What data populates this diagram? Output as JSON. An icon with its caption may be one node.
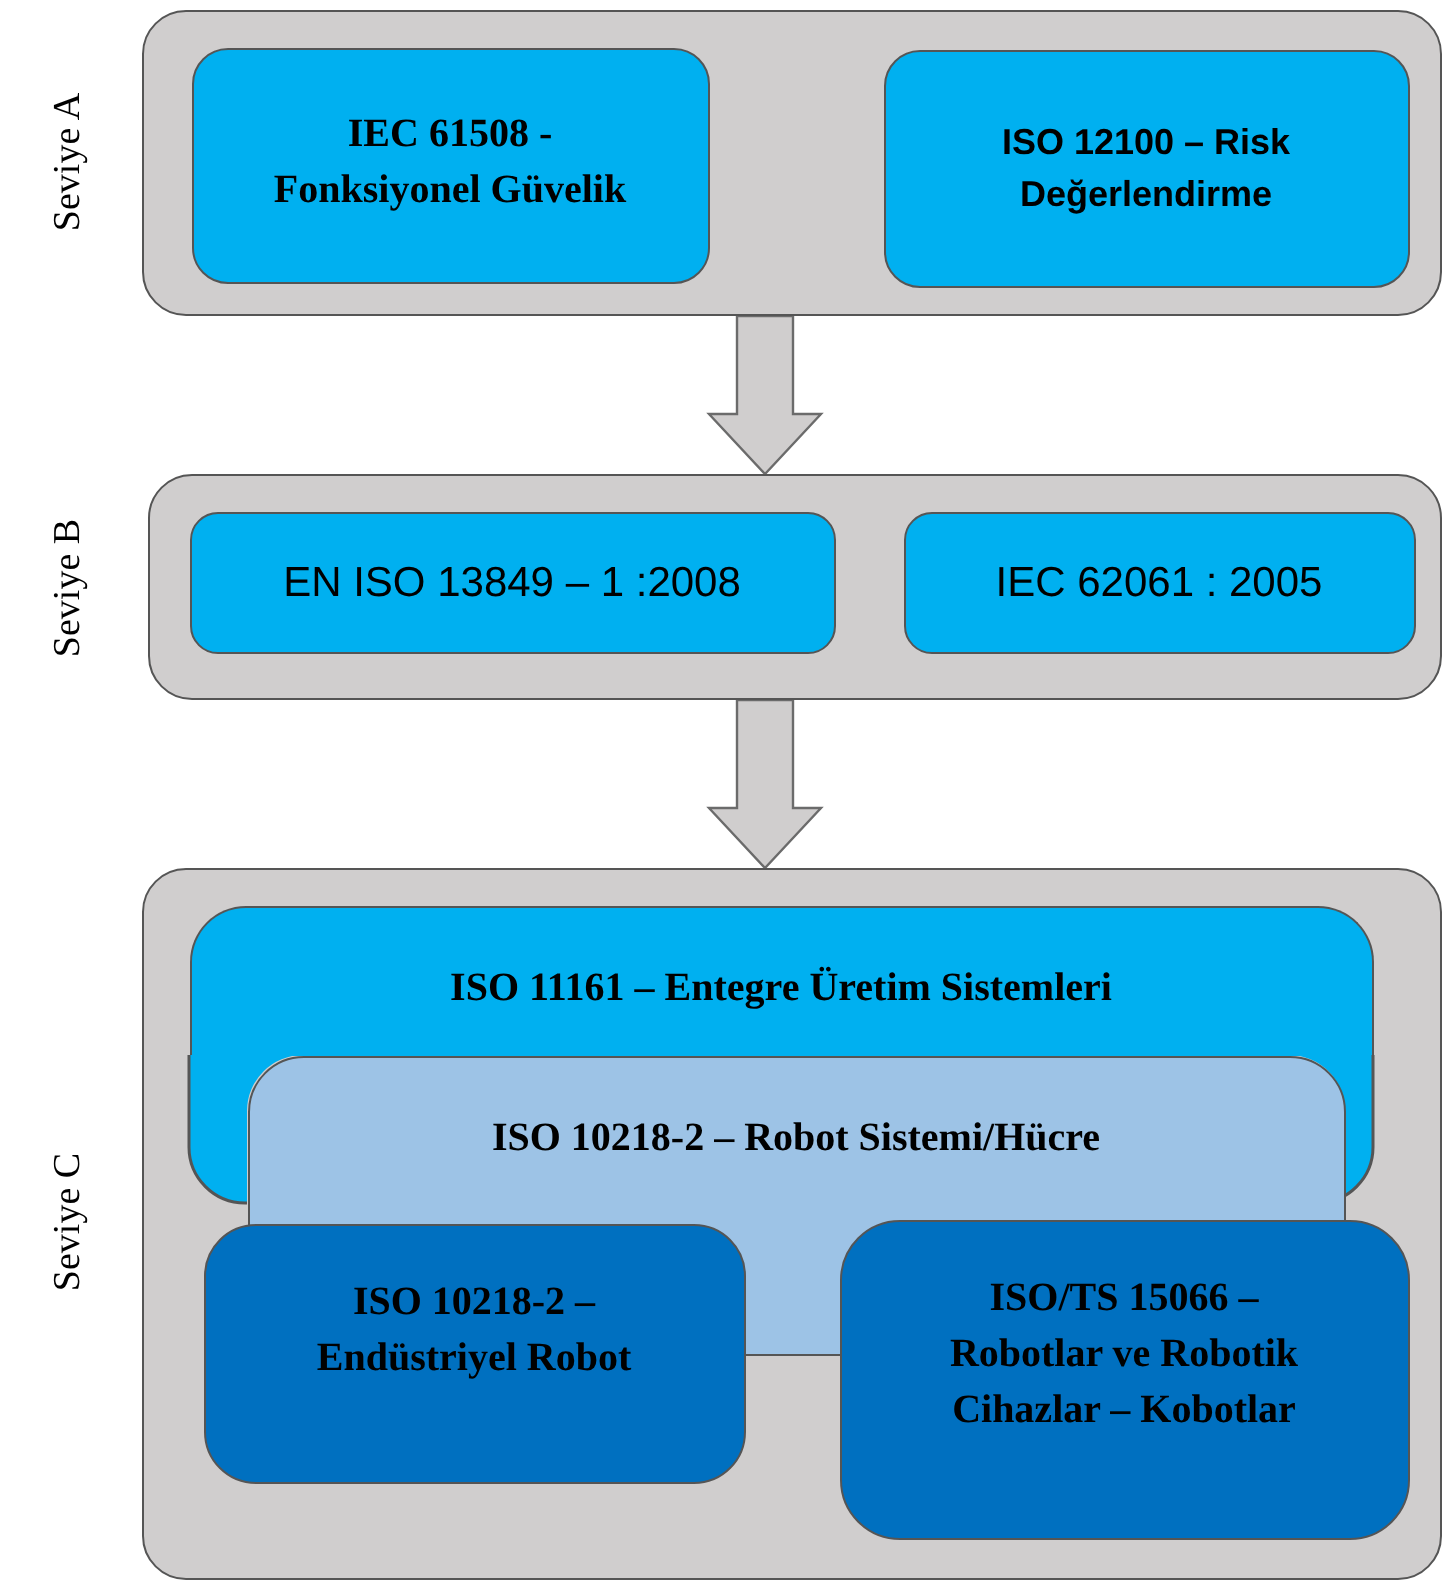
{
  "diagram": {
    "nodes": [
      {
        "text": [
          "Seviye A"
        ]
      },
      {
        "text": [
          "IEC 61508 - Fonksiyonel Güvelik"
        ],
        "in": 0
      },
      {
        "text": [
          "ISO 12100 – Risk Değerlendirme"
        ],
        "in": 0
      },
      {
        "text": [
          "Seviye B"
        ]
      },
      {
        "text": [
          "EN ISO 13849 – 1 :2008"
        ],
        "in": 3
      },
      {
        "text": [
          "IEC 62061 : 2005"
        ],
        "in": 3
      },
      {
        "text": [
          "Seviye C"
        ]
      },
      {
        "text": [
          "ISO 11161 – Entegre Üretim Sistemleri"
        ],
        "in": 6
      },
      {
        "text": [
          "ISO 10218-2 – Robot Sistemi/Hücre"
        ],
        "in": 6
      },
      {
        "text": [
          "ISO 10218-2 – Endüstriyel Robot"
        ],
        "in": 6
      },
      {
        "text": [
          "ISO/TS 15066 – Robotlar ve Robotik Cihazlar – Kobotlar"
        ],
        "in": 6
      }
    ],
    "edges": [
      {
        "from": 0,
        "to": 3,
        "arrow": "to",
        "style": "thick"
      },
      {
        "from": 3,
        "to": 6,
        "arrow": "to",
        "style": "thick"
      }
    ]
  }
}
